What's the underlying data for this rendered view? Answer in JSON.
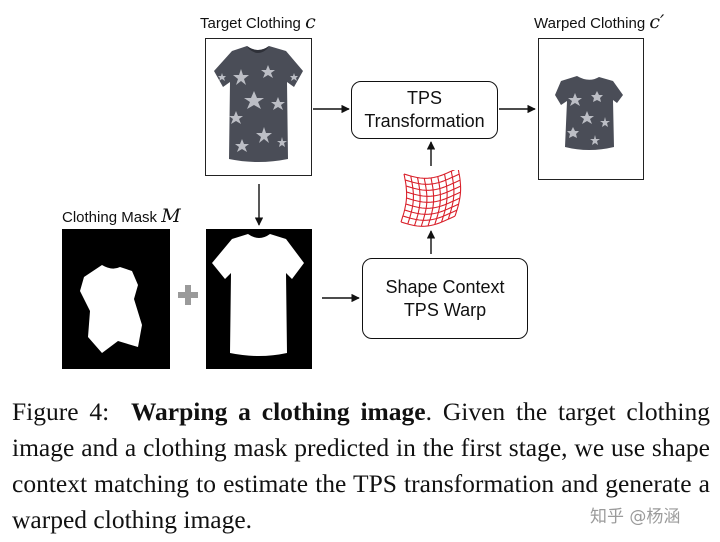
{
  "figure": {
    "target_label": "Target Clothing",
    "target_var": "c",
    "warped_label": "Warped Clothing",
    "warped_var": "c′",
    "mask_label": "Clothing Mask",
    "mask_var": "M",
    "plus": "+",
    "tps_box": {
      "line1": "TPS",
      "line2": "Transformation"
    },
    "sc_box": {
      "line1": "Shape Context",
      "line2": "TPS Warp"
    }
  },
  "caption": {
    "prefix": "Figure 4:",
    "title": "Warping a clothing image",
    "body": ". Given the target clothing image and a clothing mask predicted in the first stage, we use shape context matching to estimate the TPS transformation and generate a warped clothing image."
  },
  "watermark": "知乎 @杨涵",
  "colors": {
    "grid": "#d9202a",
    "plus": "#9a9a9a",
    "shirt": "#4a4d57",
    "star": "#c9cbd1"
  }
}
